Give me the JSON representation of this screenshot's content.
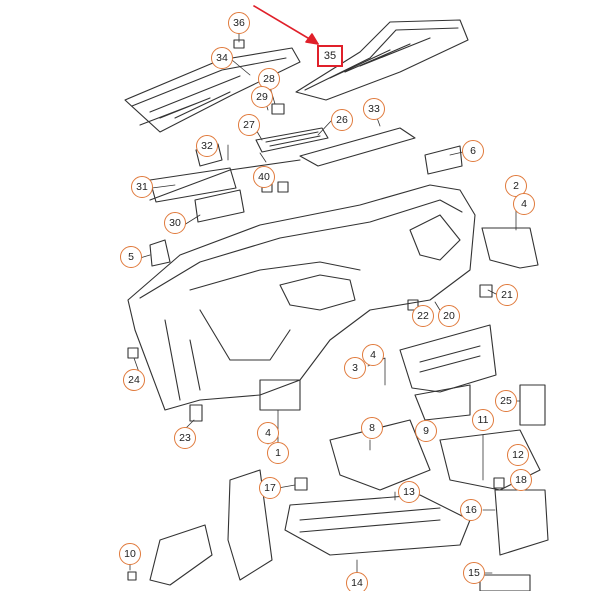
{
  "diagram": {
    "labels": [
      "1",
      "2",
      "3",
      "4",
      "5",
      "6",
      "8",
      "9",
      "10",
      "11",
      "12",
      "13",
      "14",
      "15",
      "16",
      "17",
      "18",
      "20",
      "21",
      "22",
      "23",
      "24",
      "25",
      "26",
      "27",
      "28",
      "29",
      "30",
      "31",
      "32",
      "33",
      "34",
      "35",
      "36",
      "40"
    ],
    "highlighted_part": "35",
    "colors": {
      "callout_border": "#e07a3c",
      "highlight": "#e0202a",
      "line": "#333333"
    }
  }
}
